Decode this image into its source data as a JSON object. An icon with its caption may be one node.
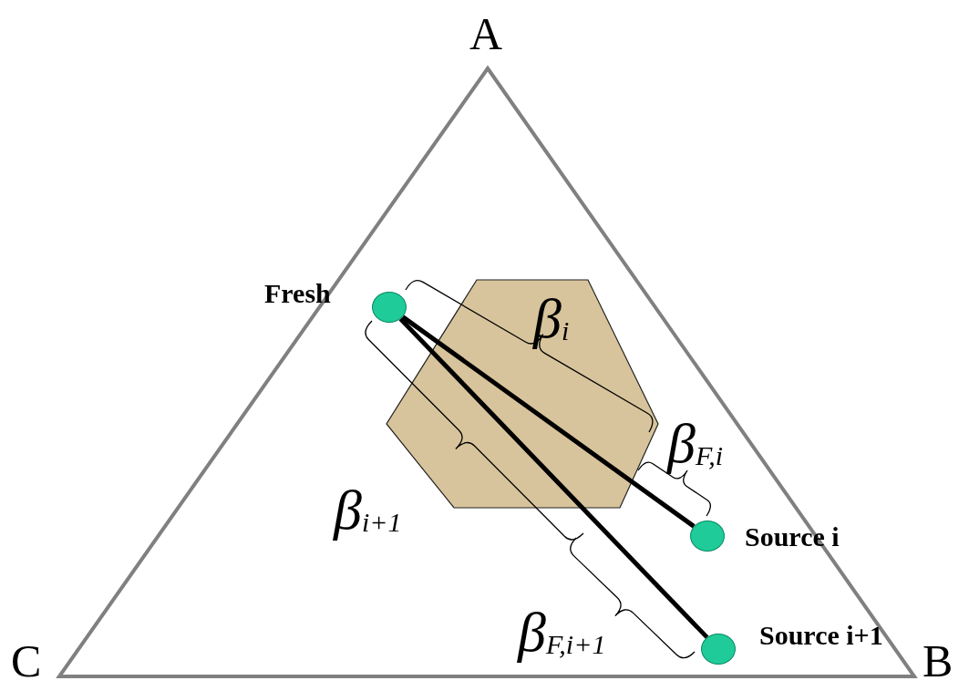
{
  "diagram": {
    "nodes": [
      {
        "text": [],
        "shape": "circle",
        "beside": [
          "Fresh"
        ]
      },
      {
        "text": [],
        "shape": "circle",
        "beside": [
          "Source i"
        ]
      },
      {
        "text": [],
        "shape": "circle",
        "beside": [
          "Source i+1"
        ]
      }
    ],
    "edges": [
      {
        "from": 0,
        "to": 1,
        "arrow": "none"
      },
      {
        "from": 0,
        "to": 2,
        "arrow": "none"
      }
    ],
    "labels": [
      "A",
      "β$_{i}$",
      "β$_{F,i}$",
      "β$_{i+1}$",
      "C",
      "β$_{F,i+1}$",
      "B"
    ]
  }
}
